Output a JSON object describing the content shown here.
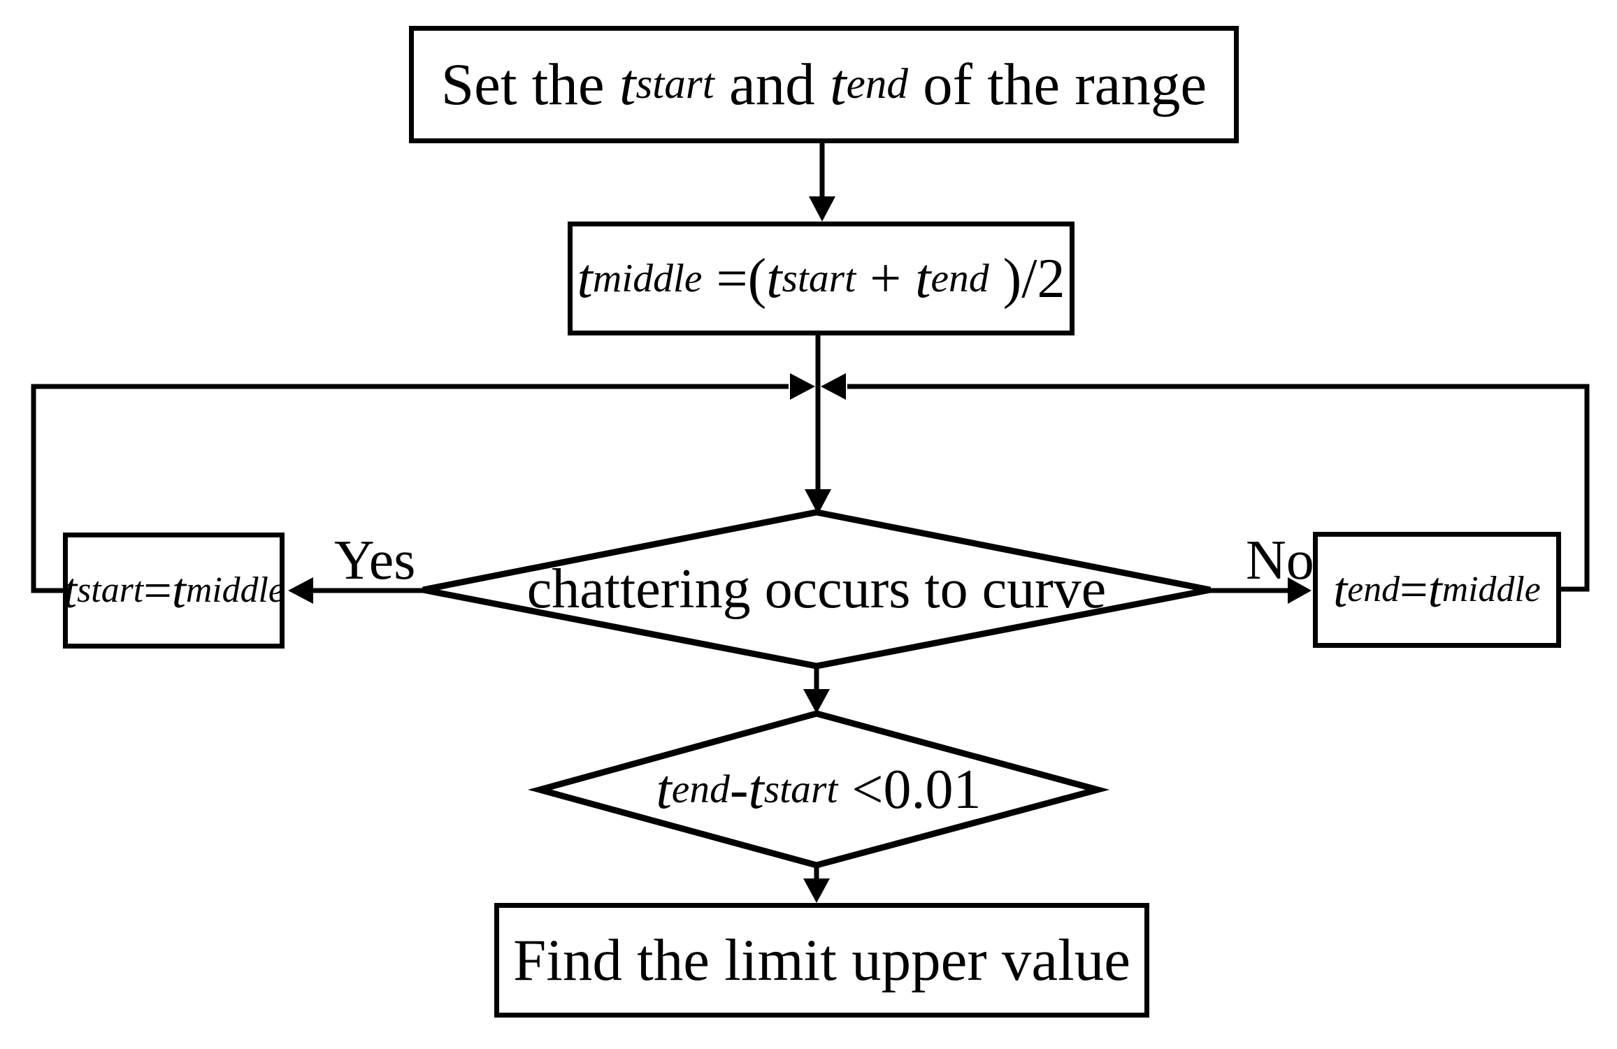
{
  "flowchart": {
    "background": "#ffffff",
    "stroke": "#000000",
    "node_fill": "#ffffff",
    "nodes": {
      "set_range": {
        "shape": "rect",
        "parts": [
          {
            "t": "Set the ",
            "s": "n"
          },
          {
            "t": "t",
            "s": "i"
          },
          {
            "t": "start",
            "s": "sub"
          },
          {
            "t": " and ",
            "s": "n"
          },
          {
            "t": "t",
            "s": "i"
          },
          {
            "t": "end",
            "s": "sub"
          },
          {
            "t": " of the range",
            "s": "n"
          }
        ]
      },
      "compute_middle": {
        "shape": "rect",
        "parts": [
          {
            "t": "t",
            "s": "i"
          },
          {
            "t": "middle",
            "s": "sub"
          },
          {
            "t": " =(",
            "s": "n"
          },
          {
            "t": "t",
            "s": "i"
          },
          {
            "t": "start",
            "s": "sub"
          },
          {
            "t": " + ",
            "s": "n"
          },
          {
            "t": "t",
            "s": "i"
          },
          {
            "t": "end",
            "s": "sub"
          },
          {
            "t": " )/2",
            "s": "n"
          }
        ]
      },
      "chattering_decision": {
        "shape": "diamond",
        "parts": [
          {
            "t": "chattering occurs to curve",
            "s": "n"
          }
        ]
      },
      "set_start": {
        "shape": "rect",
        "parts": [
          {
            "t": "t",
            "s": "i"
          },
          {
            "t": "start",
            "s": "sub"
          },
          {
            "t": "=",
            "s": "n"
          },
          {
            "t": "t",
            "s": "i"
          },
          {
            "t": "middle",
            "s": "sub"
          }
        ]
      },
      "set_end": {
        "shape": "rect",
        "parts": [
          {
            "t": "t",
            "s": "i"
          },
          {
            "t": "end",
            "s": "sub"
          },
          {
            "t": "=",
            "s": "n"
          },
          {
            "t": "t",
            "s": "i"
          },
          {
            "t": "middle",
            "s": "sub"
          }
        ]
      },
      "tolerance_decision": {
        "shape": "diamond",
        "parts": [
          {
            "t": "t",
            "s": "i"
          },
          {
            "t": "end",
            "s": "sub"
          },
          {
            "t": "-",
            "s": "n"
          },
          {
            "t": "t",
            "s": "i"
          },
          {
            "t": "start",
            "s": "sub"
          },
          {
            "t": " <0.01",
            "s": "n"
          }
        ]
      },
      "find_limit": {
        "shape": "rect",
        "parts": [
          {
            "t": "Find the limit upper value",
            "s": "n"
          }
        ]
      }
    },
    "edge_labels": {
      "yes": "Yes",
      "no": "No"
    }
  }
}
